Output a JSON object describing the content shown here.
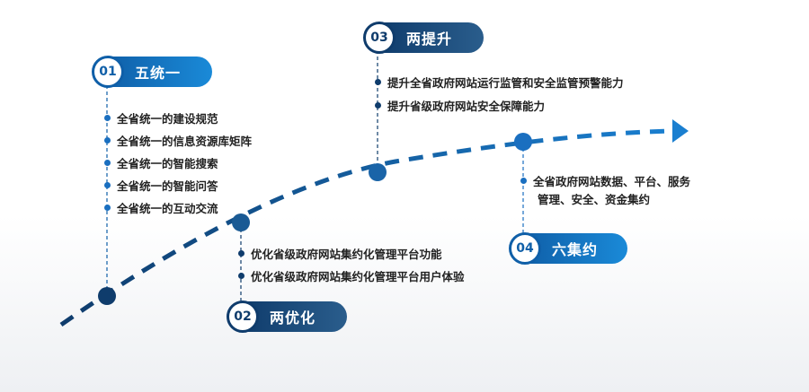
{
  "stage1": {
    "number": "01",
    "title": "五统一",
    "items": [
      "全省统一的建设规范",
      "全省统一的信息资源库矩阵",
      "全省统一的智能搜索",
      "全省统一的智能问答",
      "全省统一的互动交流"
    ]
  },
  "stage2": {
    "number": "02",
    "title": "两优化",
    "items": [
      "优化省级政府网站集约化管理平台功能",
      "优化省级政府网站集约化管理平台用户体验"
    ]
  },
  "stage3": {
    "number": "03",
    "title": "两提升",
    "items": [
      "提升全省政府网站运行监管和安全监管预警能力",
      "提升省级政府网站安全保障能力"
    ]
  },
  "stage4": {
    "number": "04",
    "title": "六集约",
    "lines": [
      "全省政府网站数据、平台、服务",
      "管理、安全、资金集约"
    ]
  },
  "colors": {
    "primary_dark": "#0f3c6c",
    "primary_light": "#1a6fc0",
    "accent": "#1a8ad8"
  }
}
